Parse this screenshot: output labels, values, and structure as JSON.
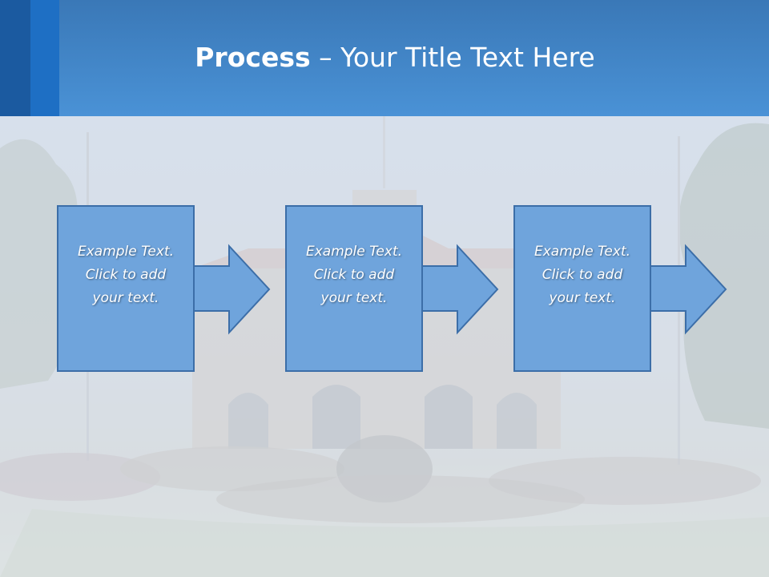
{
  "slide": {
    "title_bold": "Process",
    "title_rest": " – Your Title Text Here"
  },
  "steps": [
    {
      "text": "Example Text.\nClick  to add\nyour text."
    },
    {
      "text": "Example Text.\nClick  to add\nyour text."
    },
    {
      "text": "Example Text.\nClick  to add\nyour text."
    }
  ],
  "colors": {
    "header": "#4a92d6",
    "box_fill": "#6fa4dc",
    "box_border": "#3c6ea8"
  }
}
